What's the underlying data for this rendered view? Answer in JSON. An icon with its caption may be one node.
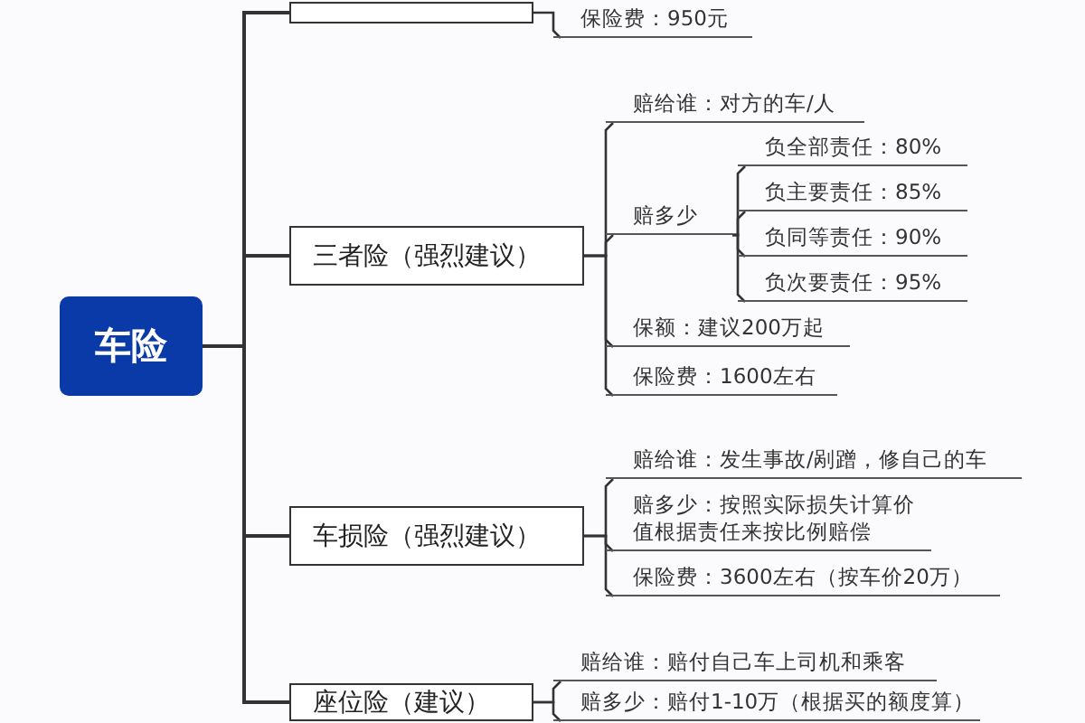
{
  "diagram": {
    "nodes": [
      {
        "text": [
          "车险"
        ]
      },
      {
        "text": [],
        "shape": "box"
      },
      {
        "text": [
          "保险费：950元"
        ]
      },
      {
        "text": [
          "三者险（强烈建议）"
        ]
      },
      {
        "text": [
          "赔给谁：对方的车/人"
        ]
      },
      {
        "text": [
          "赔多少"
        ]
      },
      {
        "text": [
          "负全部责任：80%"
        ]
      },
      {
        "text": [
          "负主要责任：85%"
        ]
      },
      {
        "text": [
          "负同等责任：90%"
        ]
      },
      {
        "text": [
          "负次要责任：95%"
        ]
      },
      {
        "text": [
          "保额：建议200万起"
        ]
      },
      {
        "text": [
          "保险费：1600左右"
        ]
      },
      {
        "text": [
          "车损险（强烈建议）"
        ]
      },
      {
        "text": [
          "赔给谁：发生事故/剐蹭，修自己的车"
        ]
      },
      {
        "text": [
          "赔多少：按照实际损失计算价值根据责任来按比例赔偿"
        ]
      },
      {
        "text": [
          "保险费：3600左右（按车价20万）"
        ]
      },
      {
        "text": [
          "座位险（建议）"
        ]
      },
      {
        "text": [
          "赔给谁：赔付自己车上司机和乘客"
        ]
      },
      {
        "text": [
          "赔多少：赔付1-10万（根据买的额度算）"
        ]
      }
    ],
    "edges": [
      {
        "from": 0,
        "to": 1,
        "arrow": "none"
      },
      {
        "from": 1,
        "to": 2,
        "arrow": "none"
      },
      {
        "from": 0,
        "to": 3,
        "arrow": "none"
      },
      {
        "from": 3,
        "to": 4,
        "arrow": "none"
      },
      {
        "from": 3,
        "to": 5,
        "arrow": "none"
      },
      {
        "from": 5,
        "to": 6,
        "arrow": "none"
      },
      {
        "from": 5,
        "to": 7,
        "arrow": "none"
      },
      {
        "from": 5,
        "to": 8,
        "arrow": "none"
      },
      {
        "from": 5,
        "to": 9,
        "arrow": "none"
      },
      {
        "from": 3,
        "to": 10,
        "arrow": "none"
      },
      {
        "from": 3,
        "to": 11,
        "arrow": "none"
      },
      {
        "from": 0,
        "to": 12,
        "arrow": "none"
      },
      {
        "from": 12,
        "to": 13,
        "arrow": "none"
      },
      {
        "from": 12,
        "to": 14,
        "arrow": "none"
      },
      {
        "from": 12,
        "to": 15,
        "arrow": "none"
      },
      {
        "from": 0,
        "to": 16,
        "arrow": "none"
      },
      {
        "from": 16,
        "to": 17,
        "arrow": "none"
      },
      {
        "from": 16,
        "to": 18,
        "arrow": "none"
      }
    ]
  }
}
